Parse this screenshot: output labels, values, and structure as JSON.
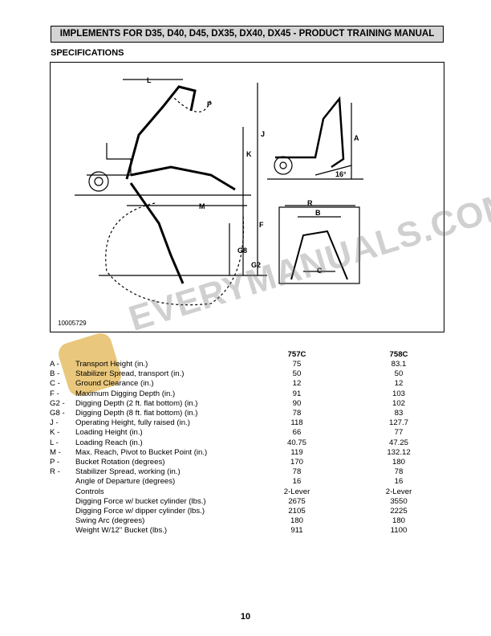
{
  "header": {
    "title": "IMPLEMENTS FOR D35, D40, D45, DX35, DX40, DX45 - PRODUCT TRAINING MANUAL"
  },
  "section": {
    "title": "SPECIFICATIONS"
  },
  "figure": {
    "id": "10005729",
    "labels": {
      "L": "L",
      "P": "P",
      "J": "J",
      "K": "K",
      "M": "M",
      "F": "F",
      "G8": "G8",
      "G2": "G2",
      "A": "A",
      "angle": "16°",
      "R": "R",
      "B": "B",
      "C": "C"
    }
  },
  "table": {
    "columns": [
      "757C",
      "758C"
    ],
    "rows": [
      {
        "code": "A -",
        "label": "Transport Height (in.)",
        "v1": "75",
        "v2": "83.1"
      },
      {
        "code": "B -",
        "label": "Stabilizer Spread, transport  (in.)",
        "v1": "50",
        "v2": "50"
      },
      {
        "code": "C -",
        "label": "Ground Clearance (in.)",
        "v1": "12",
        "v2": "12"
      },
      {
        "code": "F -",
        "label": "Maximum Digging Depth (in.)",
        "v1": "91",
        "v2": "103"
      },
      {
        "code": "G2 -",
        "label": "Digging Depth (2 ft. flat bottom) (in.)",
        "v1": "90",
        "v2": "102"
      },
      {
        "code": "G8 -",
        "label": "Digging Depth (8 ft. flat bottom) (in.)",
        "v1": "78",
        "v2": "83"
      },
      {
        "code": "J -",
        "label": "Operating Height, fully raised (in.)",
        "v1": "118",
        "v2": "127.7"
      },
      {
        "code": "K -",
        "label": "Loading Height  (in.)",
        "v1": "66",
        "v2": "77"
      },
      {
        "code": "L -",
        "label": "Loading Reach (in.)",
        "v1": "40.75",
        "v2": "47.25"
      },
      {
        "code": "M -",
        "label": "Max. Reach, Pivot to Bucket Point (in.)",
        "v1": "119",
        "v2": "132.12"
      },
      {
        "code": "P -",
        "label": "Bucket Rotation (degrees)",
        "v1": "170",
        "v2": "180"
      },
      {
        "code": "R -",
        "label": "Stabilizer Spread, working  (in.)",
        "v1": "78",
        "v2": "78"
      },
      {
        "code": "",
        "label": "Angle of Departure (degrees)",
        "v1": "16",
        "v2": "16"
      },
      {
        "code": "",
        "label": "Controls",
        "v1": "2-Lever",
        "v2": "2-Lever"
      },
      {
        "code": "",
        "label": "Digging Force w/ bucket cylinder (lbs.)",
        "v1": "2675",
        "v2": "3550"
      },
      {
        "code": "",
        "label": "Digging Force w/ dipper cylinder (lbs.)",
        "v1": "2105",
        "v2": "2225"
      },
      {
        "code": "",
        "label": "Swing Arc (degrees)",
        "v1": "180",
        "v2": "180"
      },
      {
        "code": "",
        "label": "Weight W/12\" Bucket (lbs.)",
        "v1": "911",
        "v2": "1100"
      }
    ]
  },
  "watermark": "EVERYMANUALS.COM",
  "page_number": "10"
}
